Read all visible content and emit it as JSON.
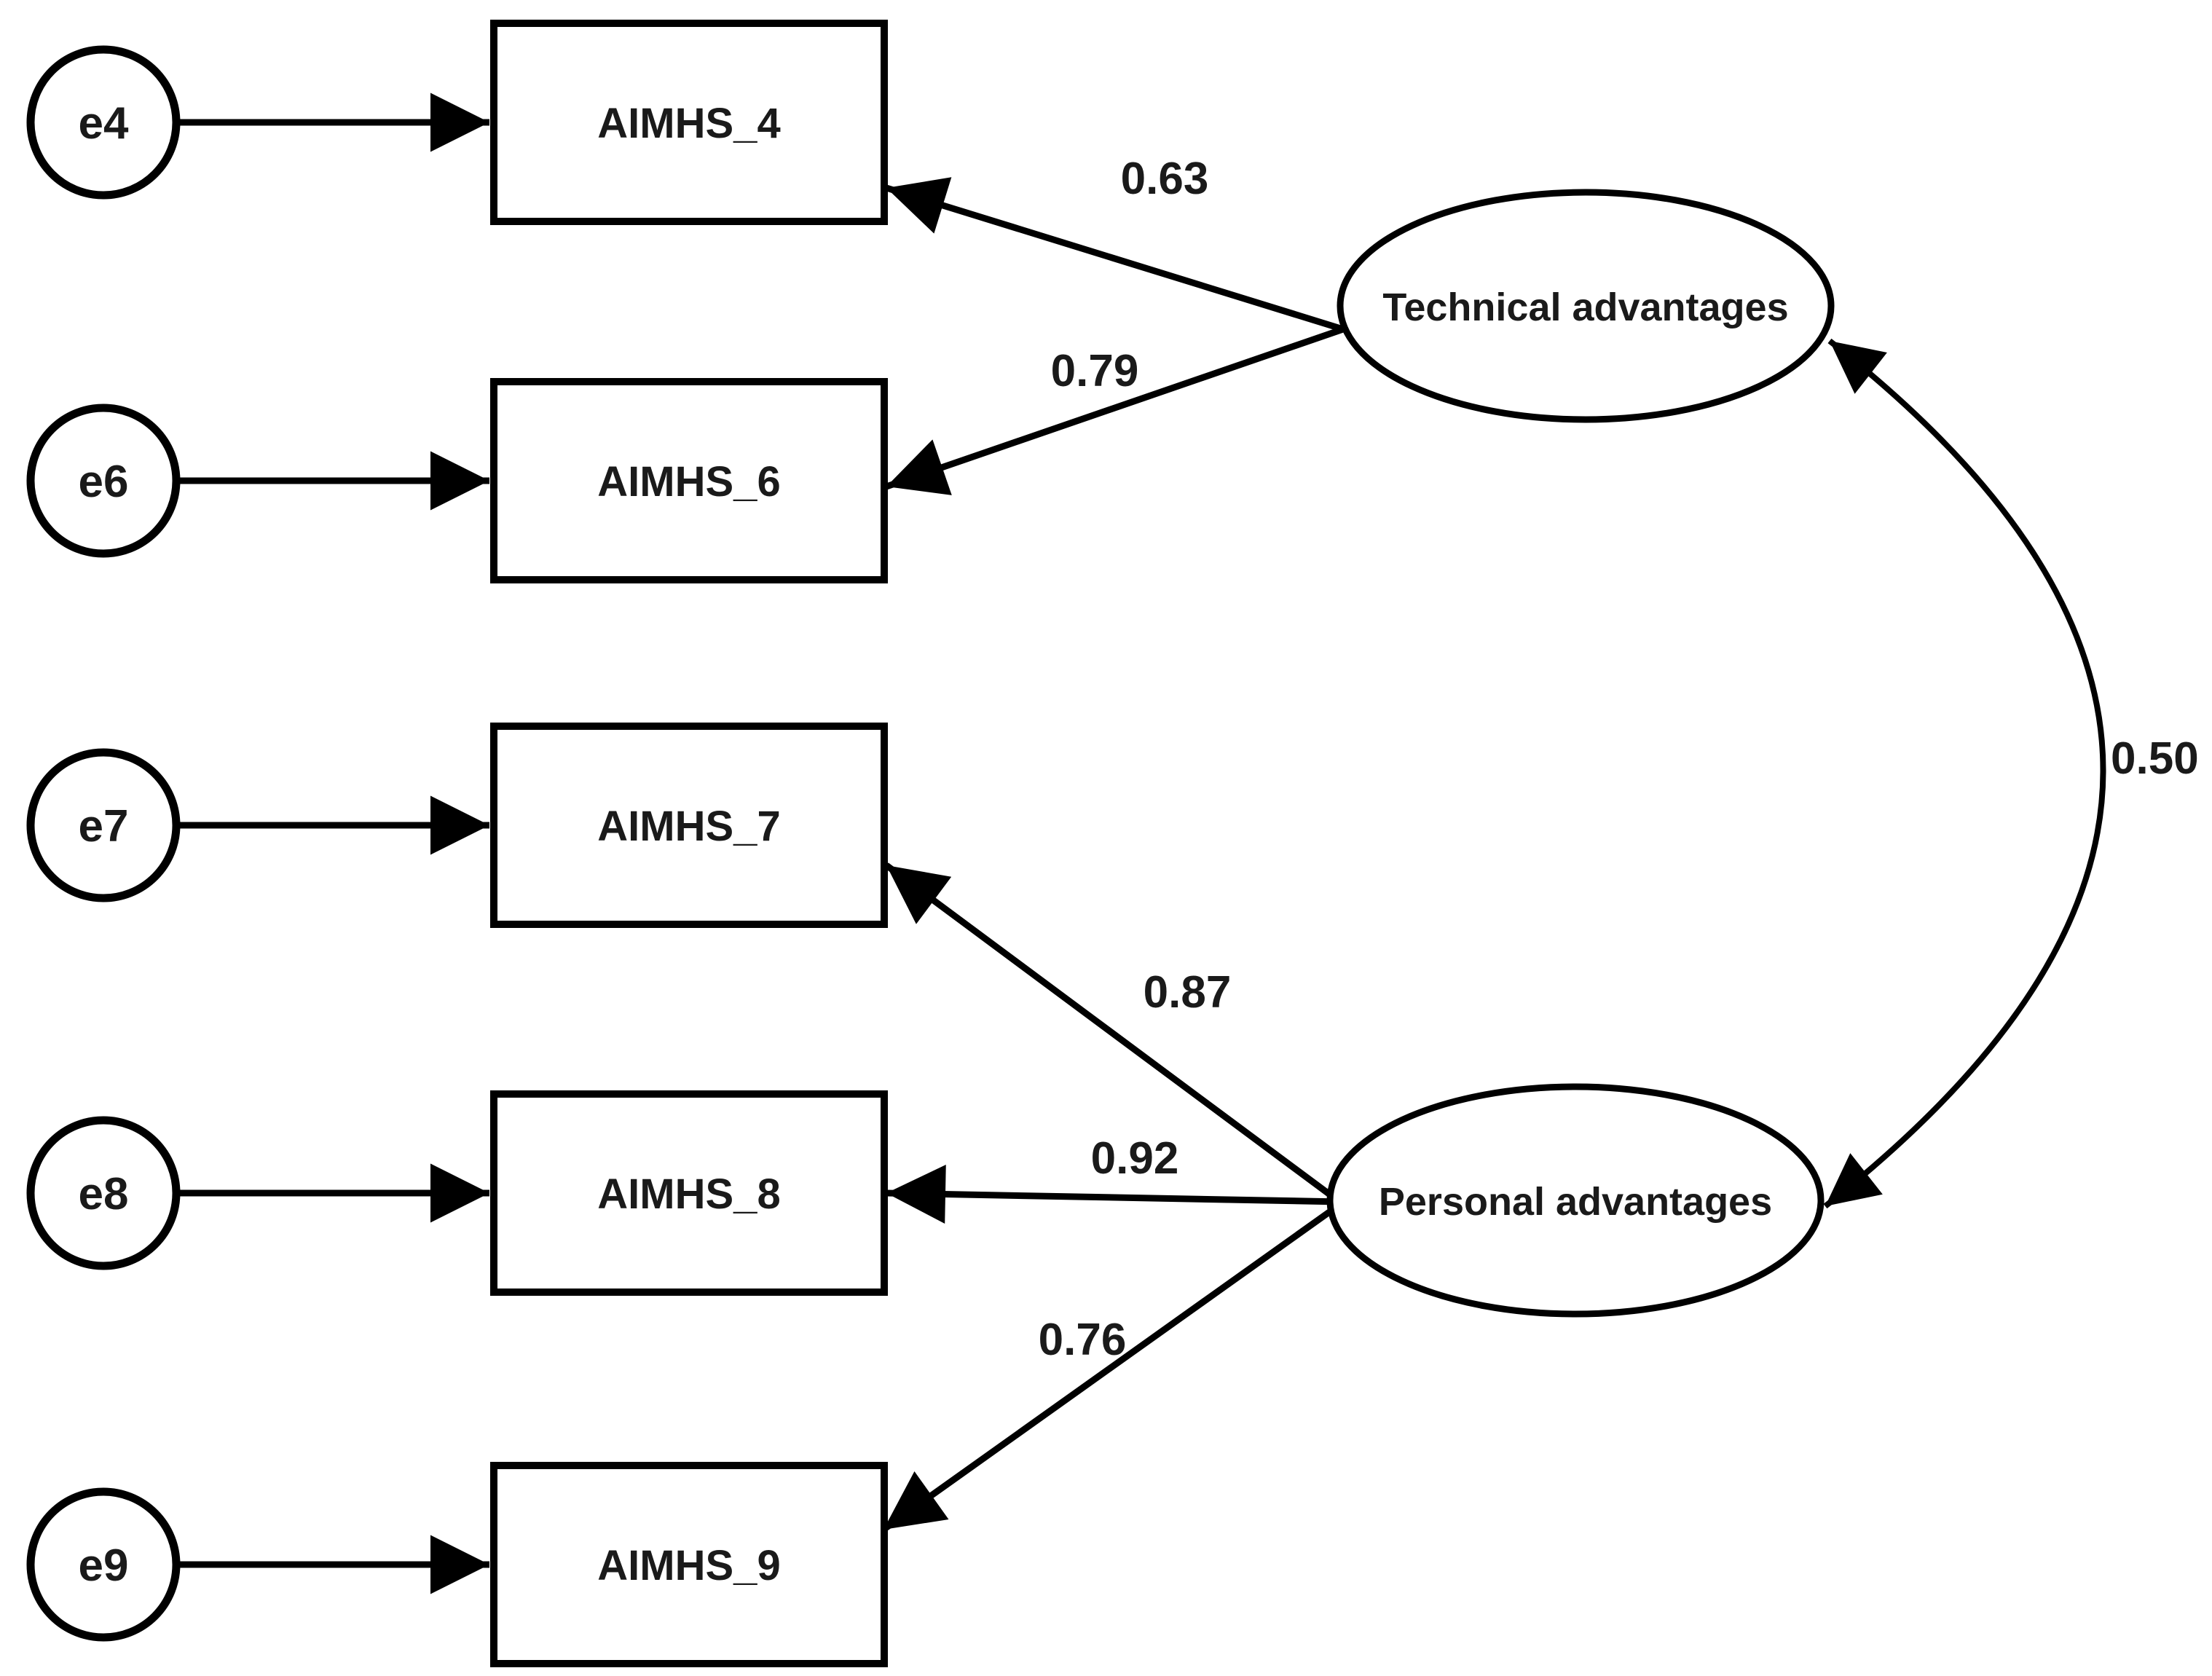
{
  "figure": {
    "type": "sem-path-diagram",
    "colors": {
      "background": "#ffffff",
      "line": "#000000",
      "text": "#1a1a1a"
    },
    "error_terms": [
      {
        "label": "e4"
      },
      {
        "label": "e6"
      },
      {
        "label": "e7"
      },
      {
        "label": "e8"
      },
      {
        "label": "e9"
      }
    ],
    "indicators": [
      {
        "label": "AIMHS_4"
      },
      {
        "label": "AIMHS_6"
      },
      {
        "label": "AIMHS_7"
      },
      {
        "label": "AIMHS_8"
      },
      {
        "label": "AIMHS_9"
      }
    ],
    "factors": [
      {
        "label": "Technical advantages"
      },
      {
        "label": "Personal advantages"
      }
    ],
    "loadings": [
      {
        "from": "Technical advantages",
        "to": "AIMHS_4",
        "value": "0.63"
      },
      {
        "from": "Technical advantages",
        "to": "AIMHS_6",
        "value": "0.79"
      },
      {
        "from": "Personal advantages",
        "to": "AIMHS_7",
        "value": "0.87"
      },
      {
        "from": "Personal advantages",
        "to": "AIMHS_8",
        "value": "0.92"
      },
      {
        "from": "Personal advantages",
        "to": "AIMHS_9",
        "value": "0.76"
      }
    ],
    "covariance": {
      "between": [
        "Technical advantages",
        "Personal advantages"
      ],
      "value": "0.50"
    }
  }
}
